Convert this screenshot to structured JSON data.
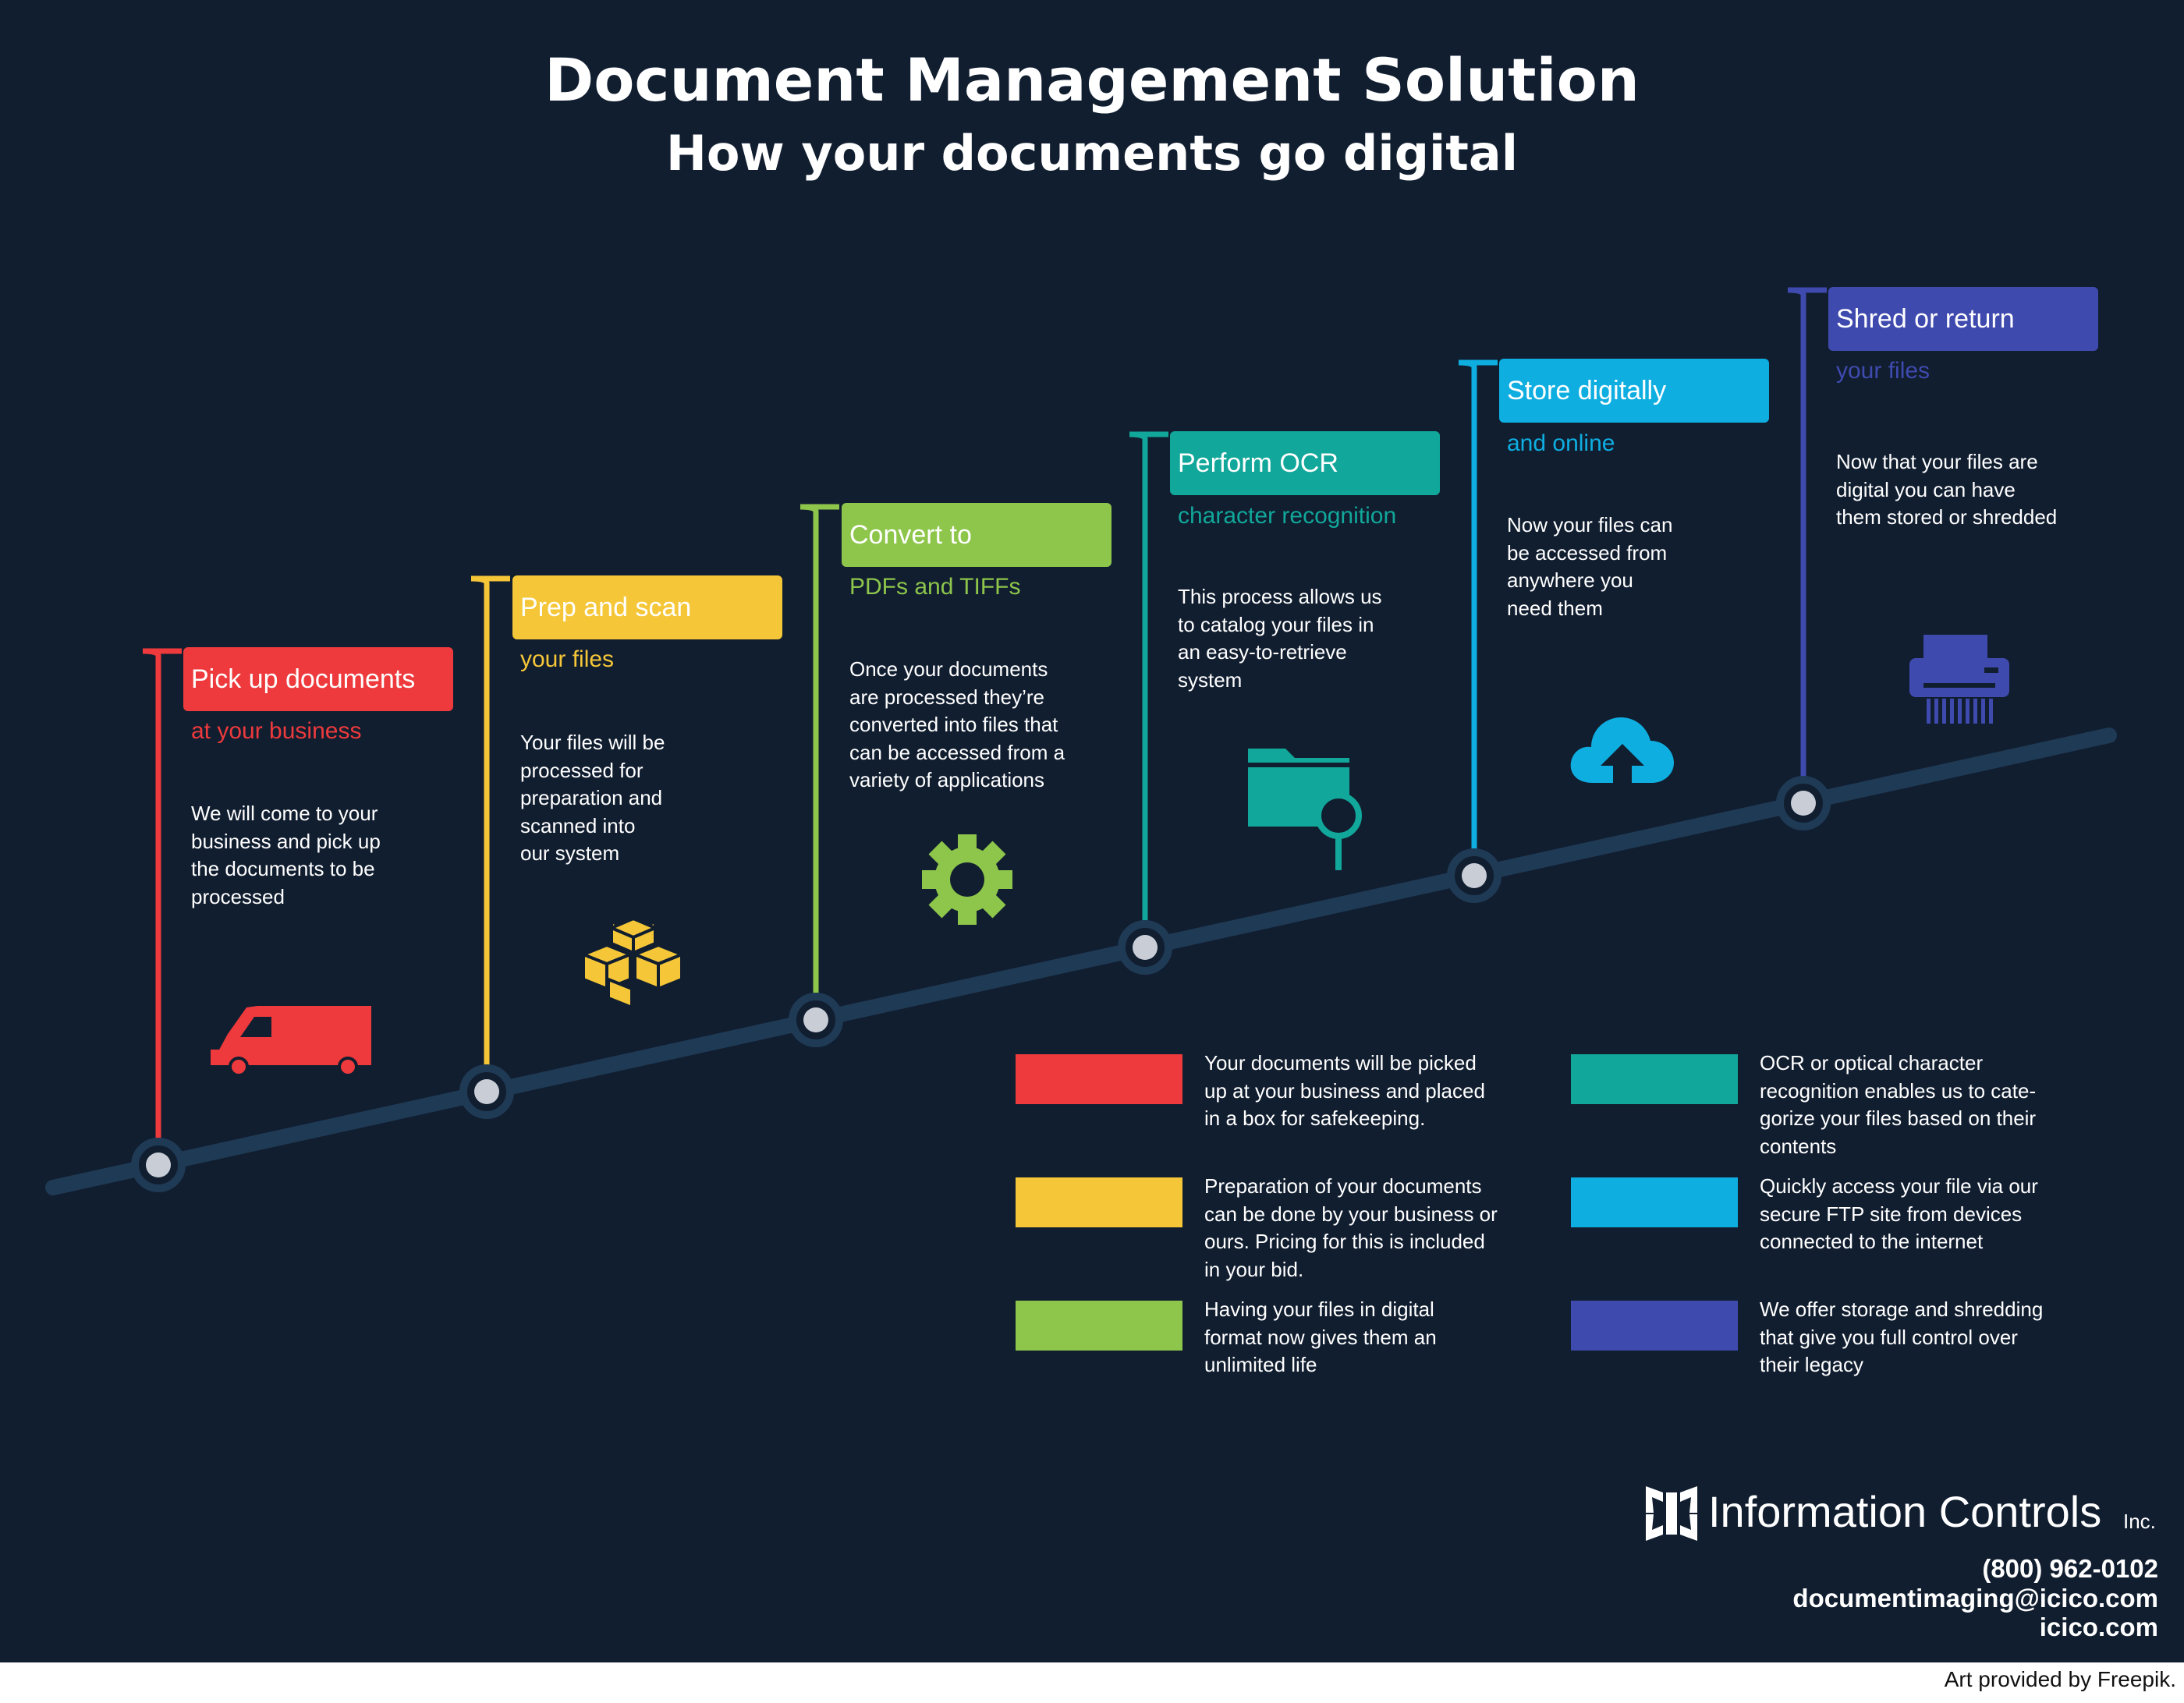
{
  "header": {
    "title": "Document Management Solution",
    "subtitle": "How your documents go digital"
  },
  "steps": [
    {
      "title": "Pick up documents",
      "subtitle": "at your business",
      "description": "We will come to your\nbusiness and pick up\nthe documents to be\nprocessed",
      "icon": "van-icon",
      "color": "#ee3a3c"
    },
    {
      "title": "Prep and scan",
      "subtitle": "your files",
      "description": "Your files will be\nprocessed for\npreparation and\nscanned into\nour system",
      "icon": "boxes-icon",
      "color": "#f5c637"
    },
    {
      "title": "Convert to",
      "subtitle": "PDFs and TIFFs",
      "description": "Once your documents\nare processed they’re\nconverted into files that\ncan be accessed from a\nvariety of applications",
      "icon": "gear-icon",
      "color": "#8dc64b"
    },
    {
      "title": "Perform OCR",
      "subtitle": "character recognition",
      "description": "This process allows us\nto catalog your files in\nan easy-to-retrieve\nsystem",
      "icon": "folder-search-icon",
      "color": "#11a79a"
    },
    {
      "title": "Store digitally",
      "subtitle": "and online",
      "description": "Now your files can\nbe accessed from\nanywhere you\nneed them",
      "icon": "cloud-upload-icon",
      "color": "#0eaee1"
    },
    {
      "title": "Shred or return",
      "subtitle": "your files",
      "description": "Now that your files are\ndigital you can have\nthem stored or shredded",
      "icon": "shredder-icon",
      "color": "#3f4aae"
    }
  ],
  "legend": [
    {
      "color": "#ee3a3c",
      "text": "Your documents will be picked\nup at your business and placed\nin a box for safekeeping."
    },
    {
      "color": "#f5c637",
      "text": "Preparation of your documents\ncan be done by your business or\nours. Pricing for this is included\nin your bid."
    },
    {
      "color": "#8dc64b",
      "text": "Having your files in digital\nformat now gives them an\nunlimited life"
    },
    {
      "color": "#11a79a",
      "text": "OCR or optical character\nrecognition enables us to cate-\ngorize your files based on their\ncontents"
    },
    {
      "color": "#0eaee1",
      "text": "Quickly access your file via our\nsecure FTP site from devices\nconnected to the internet"
    },
    {
      "color": "#3f4aae",
      "text": "We offer storage and shredding\nthat give you full control over\ntheir legacy"
    }
  ],
  "company": {
    "name": "Information Controls",
    "suffix": "Inc.",
    "phone": "(800) 962-0102",
    "email": "documentimaging@icico.com",
    "website": "icico.com"
  },
  "credit": "Art provided by Freepik.",
  "colors": {
    "background": "#111e30",
    "timeline": "#1f3a55"
  }
}
